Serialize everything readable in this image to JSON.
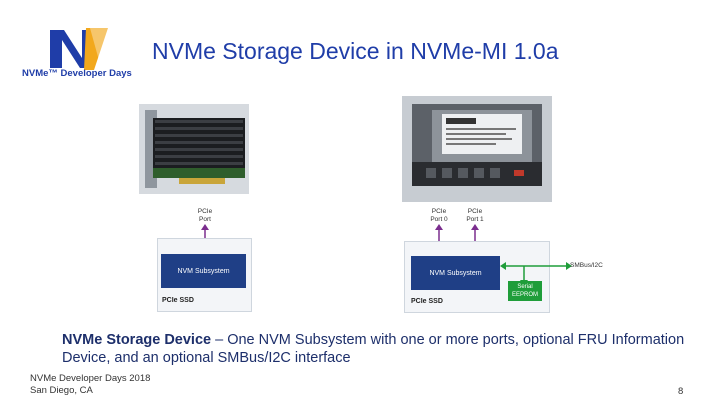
{
  "slide": {
    "title": "NVMe Storage Device in NVMe-MI 1.0a",
    "logo": {
      "text": "NV",
      "caption": "NVMe™ Developer Days"
    },
    "left_diagram": {
      "port_label_line1": "PCIe",
      "port_label_line2": "Port",
      "subsystem_label": "NVM Subsystem",
      "device_label": "PCIe SSD"
    },
    "right_diagram": {
      "port0_line1": "PCIe",
      "port0_line2": "Port 0",
      "port1_line1": "PCIe",
      "port1_line2": "Port 1",
      "subsystem_label": "NVM Subsystem",
      "smbus_label": "SMBus/I2C",
      "eeprom_line1": "Serial",
      "eeprom_line2": "EEPROM",
      "device_label": "PCIe SSD"
    },
    "description_bold": "NVMe Storage Device",
    "description_rest": " – One NVM Subsystem with one or more ports, optional FRU Information Device, and an optional SMBus/I2C interface",
    "footer_line1": "NVMe Developer Days 2018",
    "footer_line2": "San Diego, CA",
    "page_number": "8"
  }
}
